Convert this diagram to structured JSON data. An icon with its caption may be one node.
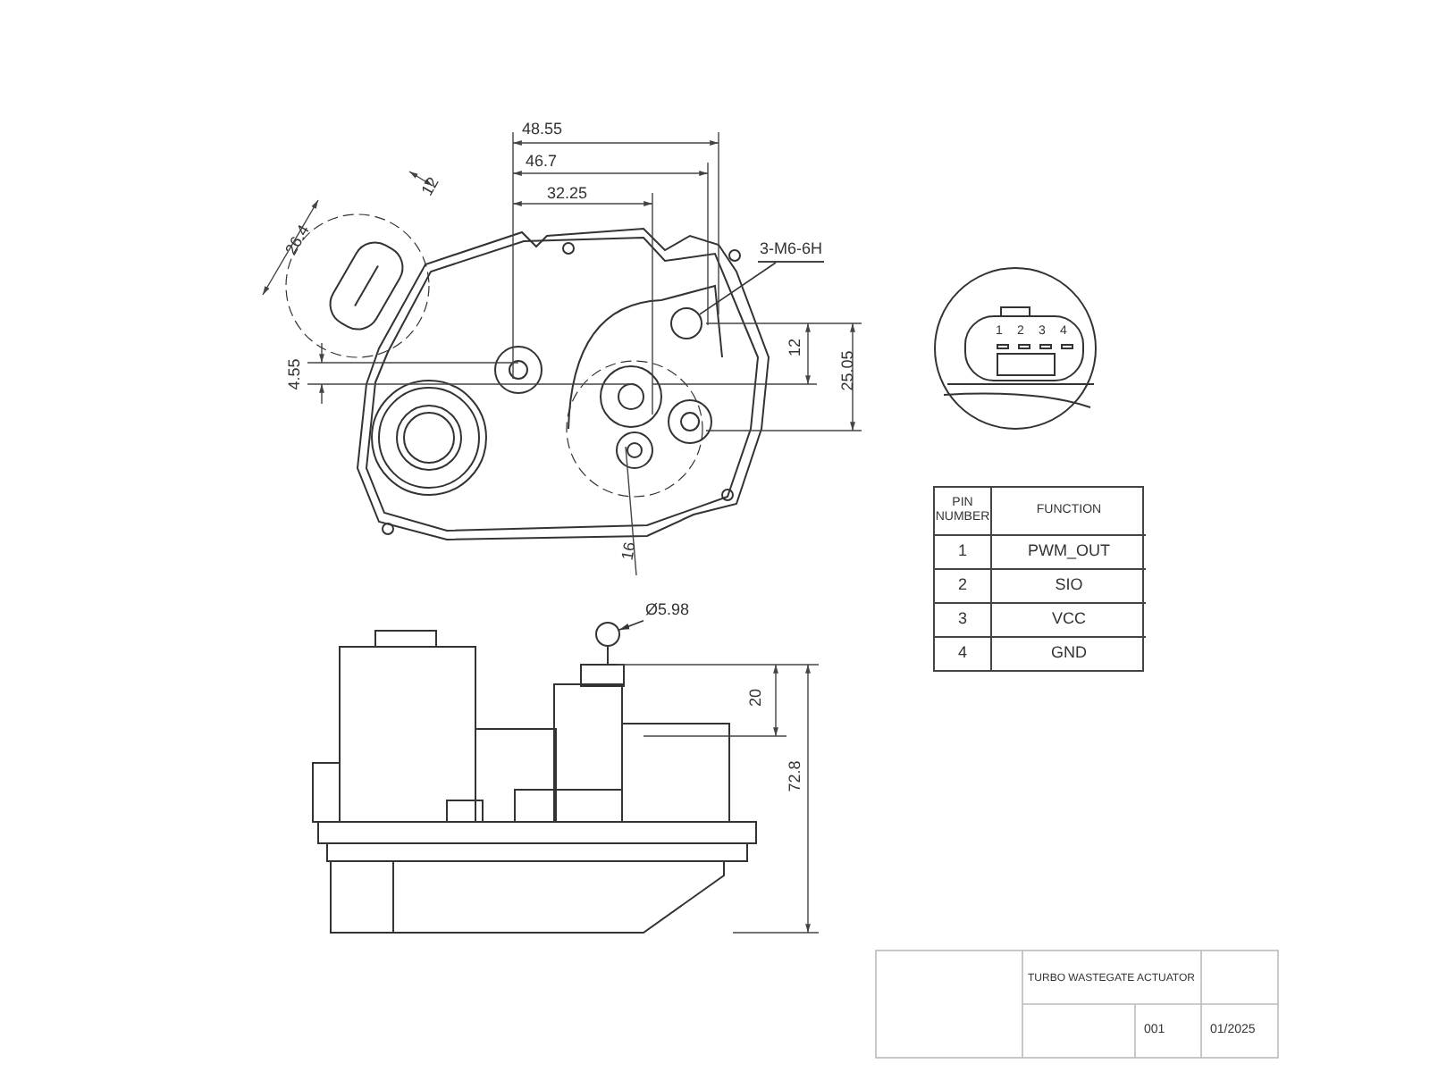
{
  "diagram": {
    "nodes": [
      {
        "text": [
          "3-M6-6H"
        ]
      },
      {
        "text": [],
        "shape": "circle"
      },
      {
        "text": [
          "Ø5.98"
        ]
      },
      {
        "text": [],
        "shape": "circle"
      }
    ],
    "edges": [
      {
        "from": 0,
        "to": 1,
        "arrow": "none"
      },
      {
        "from": 2,
        "to": 3,
        "arrow": "to"
      }
    ],
    "labels": [
      "48.55",
      "46.7",
      "32.25",
      "12",
      "26.4",
      "4.55",
      "12",
      "25.05",
      "16",
      "1",
      "2",
      "3",
      "4",
      "PIN NUMBER",
      "FUNCTION",
      "1",
      "PWM_OUT",
      "2",
      "SIO",
      "3",
      "VCC",
      "4",
      "GND",
      "20",
      "72.8",
      "TURBO WASTEGATE ACTUATOR",
      "001",
      "01/2025"
    ]
  }
}
